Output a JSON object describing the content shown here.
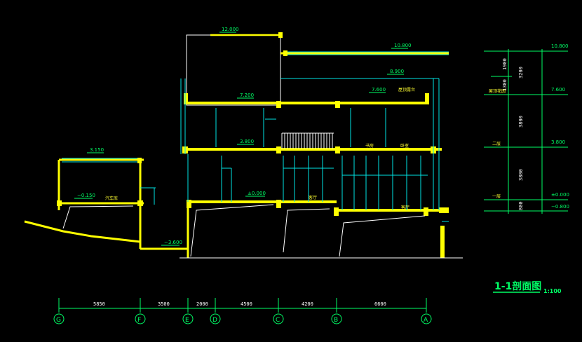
{
  "drawing": {
    "title": "1-1剖面图",
    "scale": "1:100"
  },
  "elevations": {
    "e12000": "12.000",
    "e10800": "10.800",
    "e8900": "8.900",
    "e7200": "7.200",
    "e7600": "7.600",
    "e3800": "3.800",
    "e3150": "3.150",
    "e0000": "±0.000",
    "em0150": "−0.150",
    "em3600": "−3.600"
  },
  "room_labels": {
    "roof_terrace": "屋顶露台",
    "study": "书房",
    "bedroom": "卧室",
    "living": "客厅",
    "garage": "汽车库",
    "hall": "客厅"
  },
  "bottom_dims": [
    "5850",
    "3500",
    "2000",
    "4500",
    "4200",
    "6600"
  ],
  "axes": [
    "G",
    "F",
    "E",
    "D",
    "C",
    "B",
    "A"
  ],
  "right_panel": {
    "levels": [
      "10.800",
      "7.600",
      "3.800",
      "±0.000",
      "−0.800"
    ],
    "vert_dims_outer": [
      "3200",
      "3800",
      "3800",
      "800"
    ],
    "vert_dims_inner": [
      "1900",
      "1300"
    ],
    "floor_labels": [
      "屋顶花园",
      "二层",
      "一层"
    ]
  }
}
